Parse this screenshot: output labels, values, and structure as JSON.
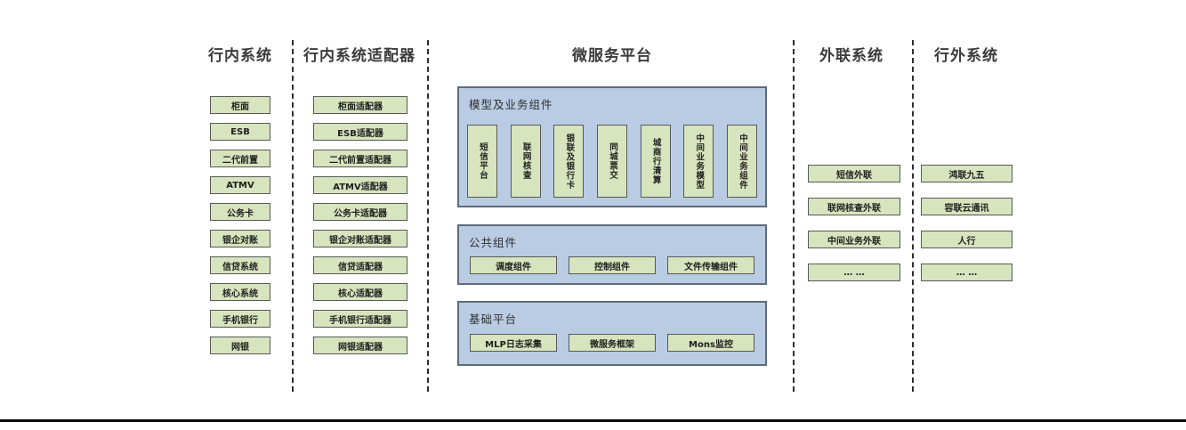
{
  "colors": {
    "box_fill": "#d7e4bd",
    "box_border": "#57595a",
    "panel_fill": "#b9cce4",
    "panel_border": "#5d6b7c"
  },
  "columns": {
    "internal": {
      "title": "行内系统",
      "items": [
        "柜面",
        "ESB",
        "二代前置",
        "ATMV",
        "公务卡",
        "银企对账",
        "信贷系统",
        "核心系统",
        "手机银行",
        "网银"
      ]
    },
    "adapters": {
      "title": "行内系统适配器",
      "items": [
        "柜面适配器",
        "ESB适配器",
        "二代前置适配器",
        "ATMV适配器",
        "公务卡适配器",
        "银企对账适配器",
        "信贷适配器",
        "核心适配器",
        "手机银行适配器",
        "网银适配器"
      ]
    },
    "platform": {
      "title": "微服务平台",
      "groups": {
        "model": {
          "label": "模型及业务组件",
          "items": [
            "短信平台",
            "联网核查",
            "银联及银行卡",
            "同城票交",
            "城商行清算",
            "中间业务模型",
            "中间业务组件"
          ]
        },
        "common": {
          "label": "公共组件",
          "items": [
            "调度组件",
            "控制组件",
            "文件传输组件"
          ]
        },
        "base": {
          "label": "基础平台",
          "items": [
            "MLP日志采集",
            "微服务框架",
            "Mons监控"
          ]
        }
      }
    },
    "outreach": {
      "title": "外联系统",
      "items": [
        "短信外联",
        "联网核查外联",
        "中间业务外联",
        "… …"
      ]
    },
    "external": {
      "title": "行外系统",
      "items": [
        "鸿联九五",
        "容联云通讯",
        "人行",
        "… …"
      ]
    }
  }
}
